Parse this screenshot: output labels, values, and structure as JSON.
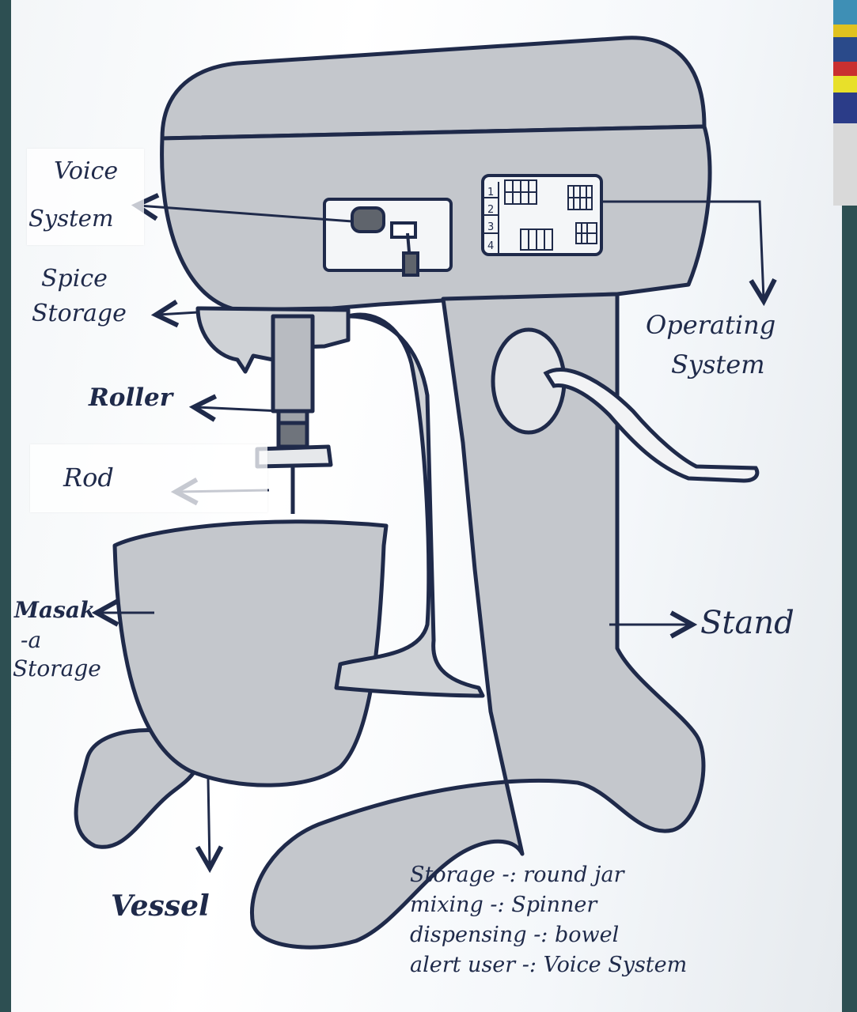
{
  "labels": {
    "voice": "Voice",
    "system": "System",
    "spice_1": "Spice",
    "spice_2": "Storage",
    "roller": "Roller",
    "rod": "Rod",
    "masala_1": "Masak",
    "masala_2": "-a",
    "masala_3": "Storage",
    "vessel": "Vessel",
    "operating_1": "Operating",
    "operating_2": "System",
    "stand": "Stand"
  },
  "keypad": {
    "numbers": [
      "1",
      "2",
      "3",
      "4"
    ]
  },
  "notes": [
    {
      "key": "Storage",
      "sep": "-:",
      "value": "round jar"
    },
    {
      "key": "mixing",
      "sep": "-:",
      "value": "Spinner"
    },
    {
      "key": "dispensing",
      "sep": "-:",
      "value": "bowel"
    },
    {
      "key": "alert user",
      "sep": "-:",
      "value": "Voice System"
    }
  ],
  "colors": {
    "ink": "#1f2a4a",
    "pencil": "#b9bcc2",
    "paper": "#ffffff"
  }
}
